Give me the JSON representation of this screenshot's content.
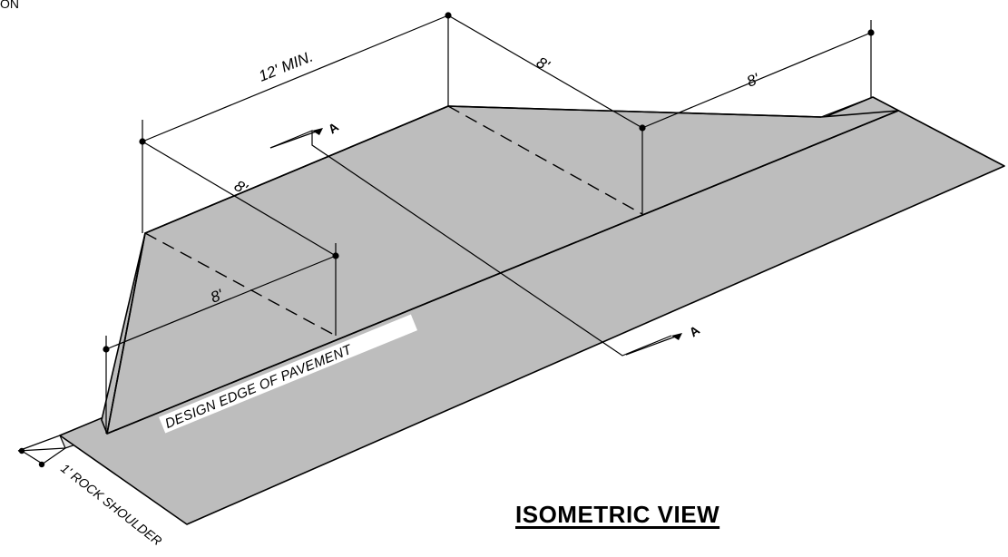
{
  "header": {
    "cropped_text": "ON"
  },
  "title": "ISOMETRIC VIEW",
  "labels": {
    "min_length": "12' MIN.",
    "dim_top_right_1": "8'",
    "dim_top_right_2": "8'",
    "dim_left_upper": "8'",
    "dim_left_lower": "8'",
    "edge_of_pavement": "DESIGN EDGE OF PAVEMENT",
    "rock_shoulder": "1' ROCK SHOULDER",
    "section_marker_upper": "A",
    "section_marker_lower": "A"
  },
  "colors": {
    "surface": "#bdbdbd",
    "shoulder": "#e2e2e2",
    "ink": "#000000"
  }
}
